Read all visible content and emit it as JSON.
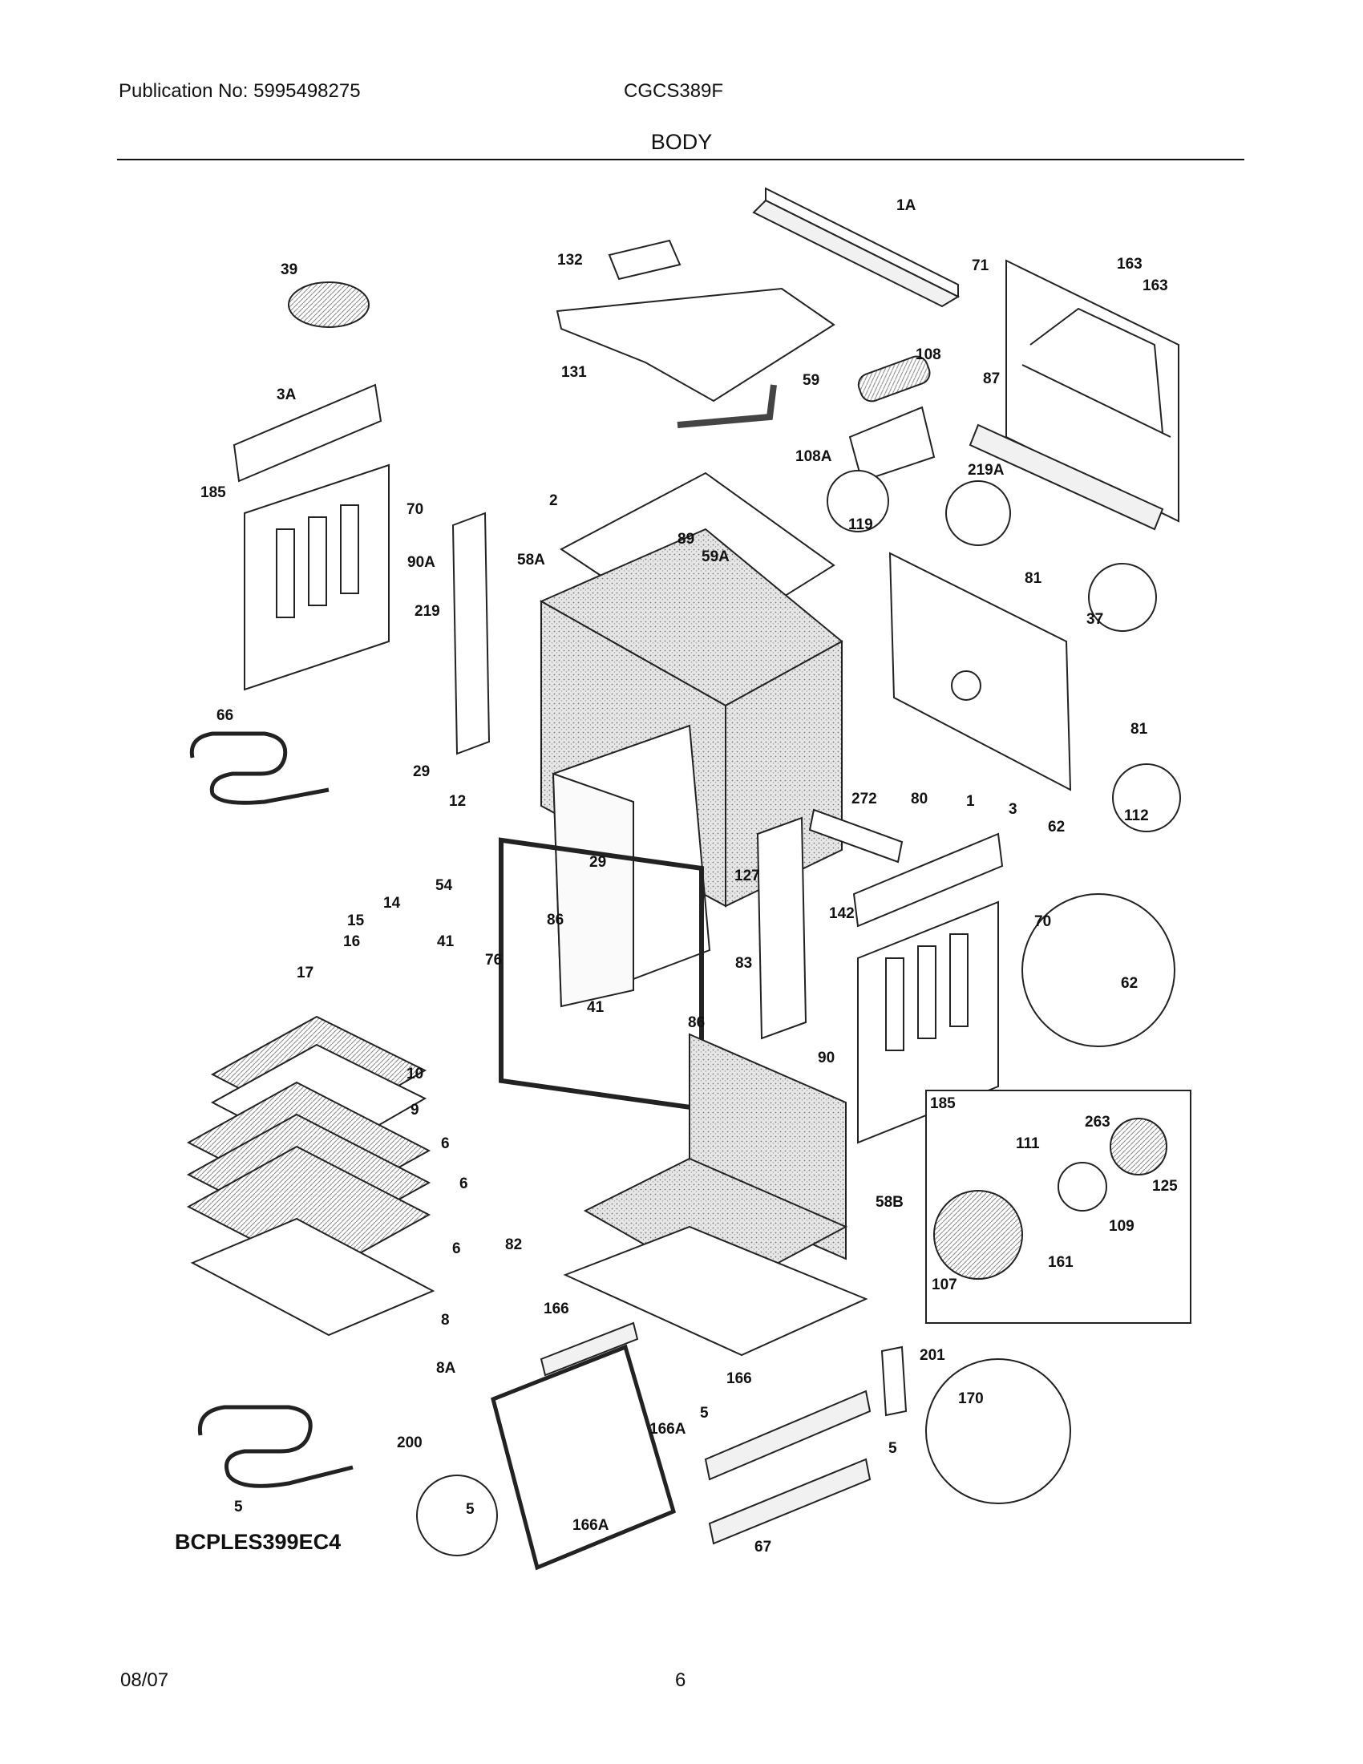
{
  "header": {
    "publication": "Publication No: 5995498275",
    "model": "CGCS389F",
    "section": "BODY"
  },
  "footer": {
    "date": "08/07",
    "page": "6"
  },
  "diagram": {
    "code": "BCPLES399EC4",
    "labels": [
      "1A",
      "163",
      "163",
      "132",
      "71",
      "39",
      "131",
      "108",
      "59",
      "87",
      "3A",
      "108A",
      "2",
      "119",
      "219A",
      "185",
      "70",
      "89",
      "58A",
      "59A",
      "81",
      "90A",
      "219",
      "37",
      "66",
      "81",
      "29",
      "272",
      "80",
      "1",
      "112",
      "12",
      "3",
      "62",
      "29",
      "127",
      "54",
      "14",
      "86",
      "142",
      "70",
      "15",
      "16",
      "41",
      "76",
      "83",
      "62",
      "17",
      "41",
      "86",
      "90",
      "185",
      "10",
      "9",
      "263",
      "6",
      "111",
      "6",
      "125",
      "58B",
      "109",
      "6",
      "82",
      "161",
      "107",
      "8",
      "166",
      "201",
      "166",
      "170",
      "8A",
      "5",
      "166A",
      "200",
      "5",
      "5",
      "67",
      "5",
      "166A"
    ]
  }
}
